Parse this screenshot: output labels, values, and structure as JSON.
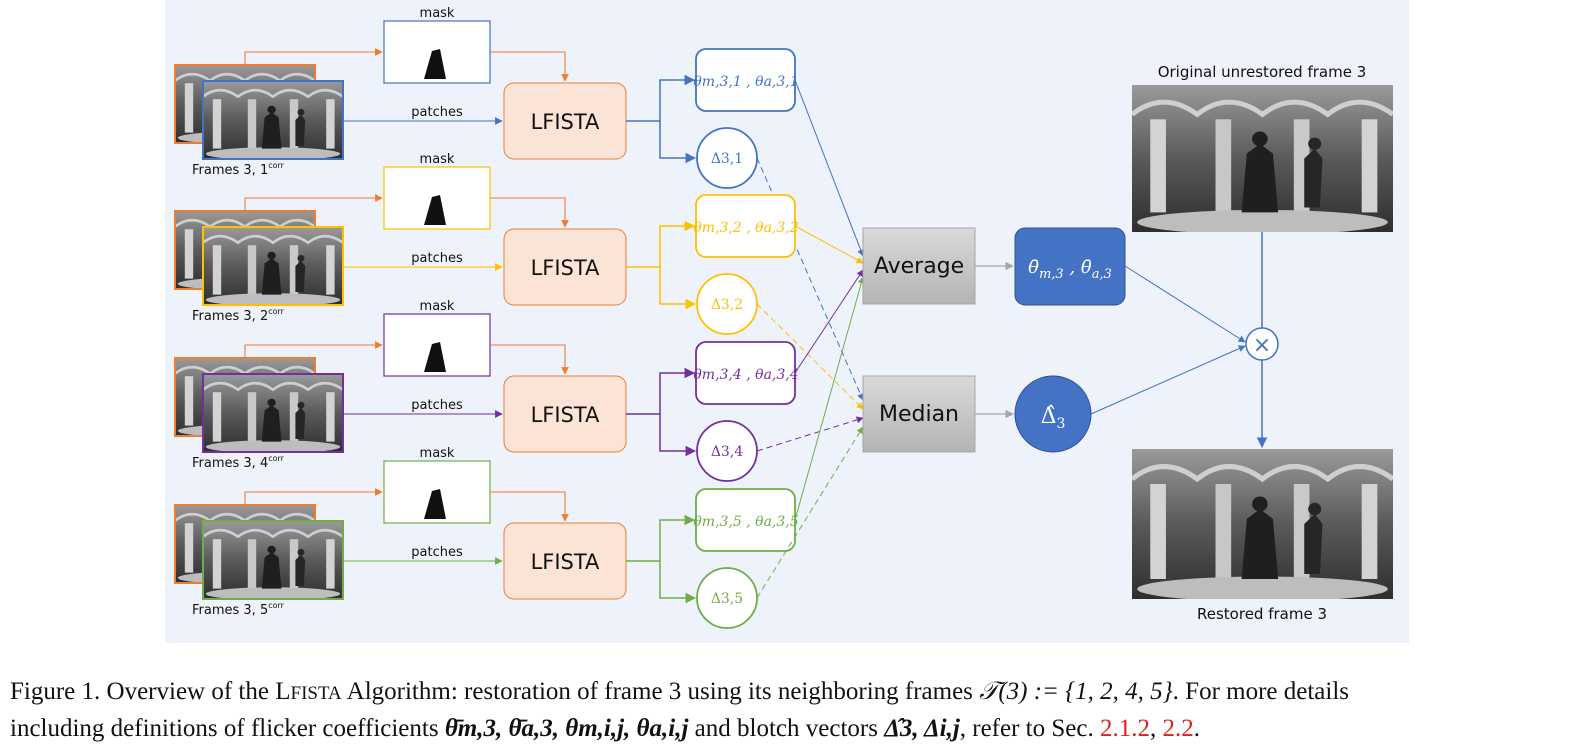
{
  "diagram": {
    "labels": {
      "mask": "mask",
      "patches": "patches",
      "lfista": "LFISTA",
      "average": "Average",
      "median": "Median",
      "original_title": "Original unrestored frame 3",
      "restored_title": "Restored frame 3",
      "multiply_symbol": "×"
    },
    "rows": [
      {
        "frames_label": "Frames 3, 1",
        "frames_sup": "corr",
        "theta_m": "θm,3,1",
        "theta_a": "θa,3,1",
        "delta": "Δ3,1",
        "color": "#4472c4"
      },
      {
        "frames_label": "Frames 3, 2",
        "frames_sup": "corr",
        "theta_m": "θm,3,2",
        "theta_a": "θa,3,2",
        "delta": "Δ3,2",
        "color": "#ffc000"
      },
      {
        "frames_label": "Frames 3, 4",
        "frames_sup": "corr",
        "theta_m": "θm,3,4",
        "theta_a": "θa,3,4",
        "delta": "Δ3,4",
        "color": "#7030a0"
      },
      {
        "frames_label": "Frames 3, 5",
        "frames_sup": "corr",
        "theta_m": "θm,3,5",
        "theta_a": "θa,3,5",
        "delta": "Δ3,5",
        "color": "#70ad47"
      }
    ],
    "outputs": {
      "theta_bar": "θ̄m,3 , θ̄a,3",
      "delta_hat": "Δ̂3"
    },
    "colors": {
      "background": "#eef2fa",
      "reference_frame_border": "#ed7d31",
      "lfista_fill": "#fbe4d6",
      "lfista_border": "#ed7d31",
      "combiner_fill": "#c9c9c9",
      "output_fill": "#4472c4"
    }
  },
  "caption": {
    "figure_label": "Figure 1.",
    "text_1": "Overview of the L",
    "lfista_small": "FISTA",
    "text_2": "Algorithm: restoration of frame 3 using its neighboring frames",
    "set_expr": "𝒯(3) := {1, 2, 4, 5}",
    "text_3": ". For more details",
    "text_4": "including definitions of flicker coefficients",
    "flicker_symbols": "θ̄m,3, θ̄a,3, θm,i,j, θa,i,j",
    "text_5": "and blotch vectors",
    "blotch_symbols": "Δ̂3, Δi,j",
    "text_6": ", refer to Sec.",
    "ref_1": "2.1.2",
    "ref_sep": ",",
    "ref_2": "2.2",
    "end": "."
  }
}
